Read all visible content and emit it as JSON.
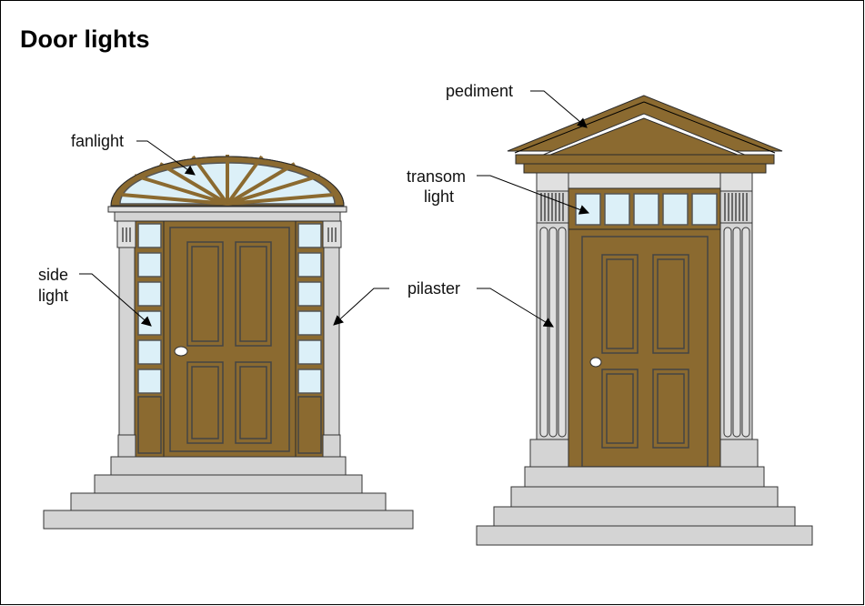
{
  "title": "Door lights",
  "labels": {
    "fanlight": "fanlight",
    "side_light_1": "side",
    "side_light_2": "light",
    "pilaster": "pilaster",
    "pediment": "pediment",
    "transom_1": "transom",
    "transom_2": "light"
  },
  "colors": {
    "wood": "#8b6a30",
    "glass": "#dcf0f8",
    "stone": "#d4d4d4"
  }
}
